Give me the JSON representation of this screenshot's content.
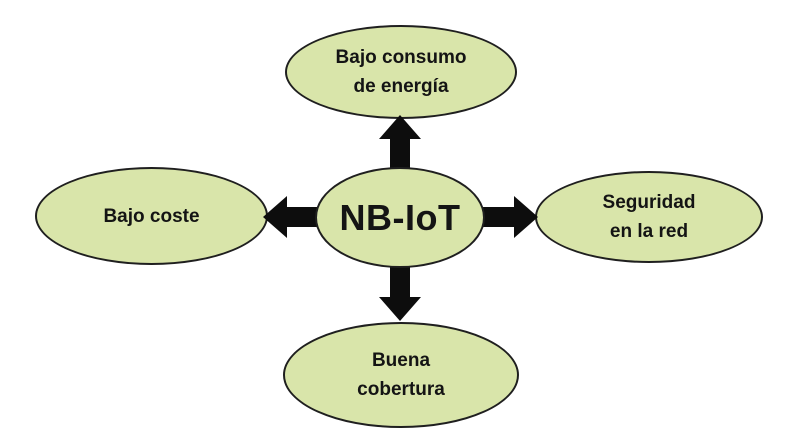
{
  "diagram": {
    "center_node": {
      "label": "NB-IoT"
    },
    "nodes": [
      {
        "position": "top",
        "text": "Bajo consumo de energía",
        "lines": [
          "Bajo consumo",
          "de energía"
        ]
      },
      {
        "position": "left",
        "text": "Bajo coste",
        "lines": [
          "Bajo coste"
        ]
      },
      {
        "position": "right",
        "text": "Seguridad en la red",
        "lines": [
          "Seguridad",
          "en la red"
        ]
      },
      {
        "position": "bottom",
        "text": "Buena cobertura",
        "lines": [
          "Buena",
          "cobertura"
        ]
      }
    ],
    "arrows": [
      {
        "direction": "up",
        "from": "NB-IoT",
        "to": "Bajo consumo de energía"
      },
      {
        "direction": "left",
        "from": "NB-IoT",
        "to": "Bajo coste"
      },
      {
        "direction": "right",
        "from": "NB-IoT",
        "to": "Seguridad en la red"
      },
      {
        "direction": "down",
        "from": "NB-IoT",
        "to": "Buena cobertura"
      }
    ],
    "colors": {
      "background": "#ffffff",
      "node_fill": "#d9e5aa",
      "node_border": "#1f1f1f",
      "arrow": "#0d0d0d",
      "text": "#141414"
    }
  }
}
